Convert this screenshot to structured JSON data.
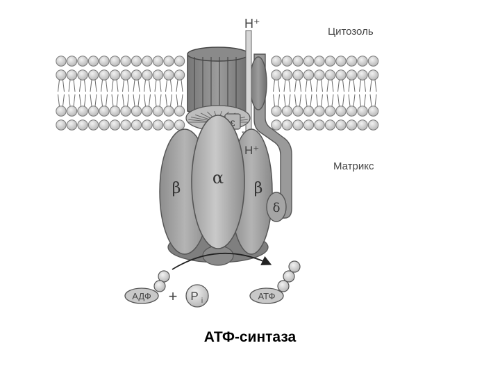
{
  "labels": {
    "proton_top": "H⁺",
    "proton_bottom": "H⁺",
    "cytosol": "Цитозоль",
    "matrix": "Матрикс",
    "alpha": "α",
    "beta_left": "β",
    "beta_right": "β",
    "delta": "δ",
    "epsilon": "ε",
    "adp": "АДФ",
    "plus": "+",
    "phosphate": "P",
    "phosphate_sub": "i",
    "atp": "АТФ"
  },
  "caption": "АТФ-синтаза",
  "colors": {
    "membrane": "#cfcfcf",
    "protein": "#a9a9a9",
    "protein_dark": "#8a8a8a",
    "outline": "#555555"
  }
}
